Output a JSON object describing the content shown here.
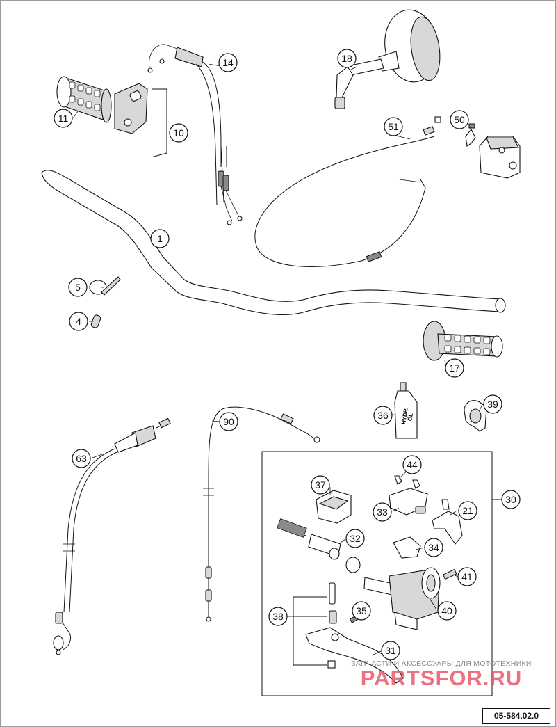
{
  "diagram": {
    "code": "05-584.02.0",
    "callouts": [
      "1",
      "4",
      "5",
      "10",
      "11",
      "14",
      "17",
      "18",
      "21",
      "30",
      "31",
      "32",
      "33",
      "34",
      "35",
      "36",
      "37",
      "38",
      "39",
      "40",
      "41",
      "44",
      "50",
      "51",
      "63",
      "90"
    ],
    "oil_bottle_label_line1": "HYDR.",
    "oil_bottle_label_line2": "ÖL"
  },
  "watermark": {
    "tagline": "ЗАПЧАСТИ И АКСЕССУАРЫ ДЛЯ МОТОТЕХНИКИ",
    "logo": "PARTSFOR.RU"
  }
}
